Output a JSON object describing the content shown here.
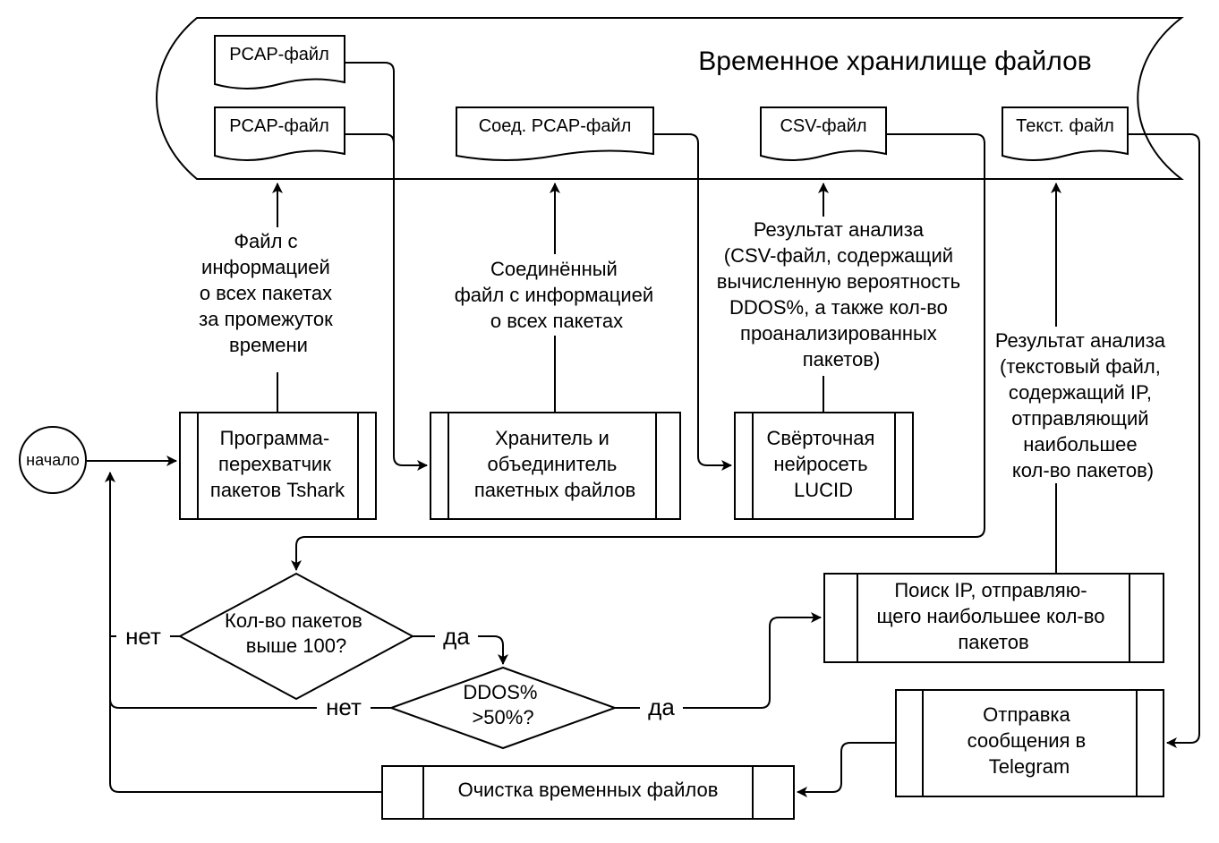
{
  "storage": {
    "title": "Временное хранилище файлов",
    "files": {
      "pcap1": "PCAP-файл",
      "pcap2": "PCAP-файл",
      "merged": "Соед. PCAP-файл",
      "csv": "CSV-файл",
      "text": "Текст. файл"
    }
  },
  "nodes": {
    "start": "начало",
    "tshark": [
      "Программа-",
      "перехватчик",
      "пакетов Tshark"
    ],
    "merger": [
      "Хранитель и",
      "объединитель",
      "пакетных файлов"
    ],
    "lucid": [
      "Свёрточная",
      "нейросеть",
      "LUCID"
    ],
    "ip_search": [
      "Поиск IP, отправляю-",
      "щего наибольшее кол-во",
      "пакетов"
    ],
    "telegram": [
      "Отправка",
      "сообщения в",
      "Telegram"
    ],
    "cleanup": "Очистка временных файлов",
    "decision1": [
      "Кол-во пакетов",
      "выше 100?"
    ],
    "decision2": [
      "DDOS%",
      ">50%?"
    ]
  },
  "labels": {
    "tshark_out": [
      "Файл с",
      "информацией",
      "о всех пакетах",
      "за промежуток",
      "времени"
    ],
    "merger_out": [
      "Соединённый",
      "файл с информацией",
      "о всех пакетах"
    ],
    "lucid_out": [
      "Результат анализа",
      "(CSV-файл, содержащий",
      "вычисленную вероятность",
      "DDOS%, а также кол-во",
      "проанализированных",
      "пакетов)"
    ],
    "ip_out": [
      "Результат анализа",
      "(текстовый файл,",
      "содержащий IP,",
      "отправляющий",
      "наибольшее",
      "кол-во пакетов)"
    ],
    "no1": "нет",
    "yes1": "да",
    "no2": "нет",
    "yes2": "да"
  }
}
